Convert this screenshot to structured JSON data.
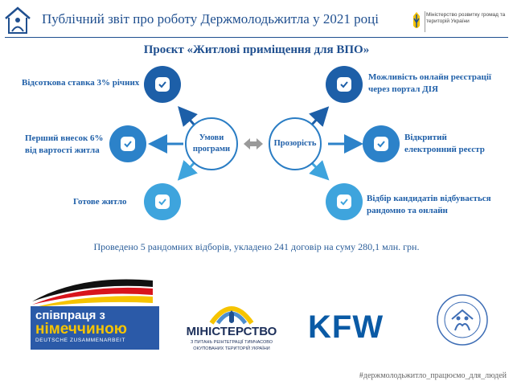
{
  "header": {
    "title": "Публічний звіт про роботу Держмолодьжитла  у 2021 році",
    "ministry_text": "Міністерство розвитку громад та територій України"
  },
  "project_title": "Проєкт «Житлові приміщення для ВПО»",
  "left_items": [
    {
      "label": "Відсоткова ставка 3% річних"
    },
    {
      "label": "Перший внесок 6% від вартості житла"
    },
    {
      "label": "Готове житло"
    }
  ],
  "right_items": [
    {
      "label": "Можливість онлайн реєстрації через портал ДІЯ"
    },
    {
      "label": "Відкритий електронний реєстр"
    },
    {
      "label": "Відбір кандидатів відбувається рандомно та онлайн"
    }
  ],
  "center_left": "Умови програми",
  "center_right": "Прозорість",
  "summary": "Проведено 5 рандомних відборів, укладено 241 договір на суму 280,1 млн. грн.",
  "partners": {
    "giz_line1": "співпраця з",
    "giz_line2": "німеччиною",
    "giz_line3": "DEUTSCHE ZUSAMMENARBEIT",
    "ministry_big": "МІНІСТЕРСТВО",
    "ministry_sub1": "З ПИТАНЬ РЕІНТЕГРАЦІЇ ТИМЧАСОВО",
    "ministry_sub2": "ОКУПОВАНИХ ТЕРИТОРІЙ УКРАЇНИ",
    "kfw": "KFW"
  },
  "hashtag": "#держмолодьжитло_працюємо_для_людей",
  "colors": {
    "dark_blue": "#1f4f8f",
    "circle_dark": "#1d5fa8",
    "circle_mid": "#2c82c9",
    "circle_light": "#3ea4dd"
  }
}
